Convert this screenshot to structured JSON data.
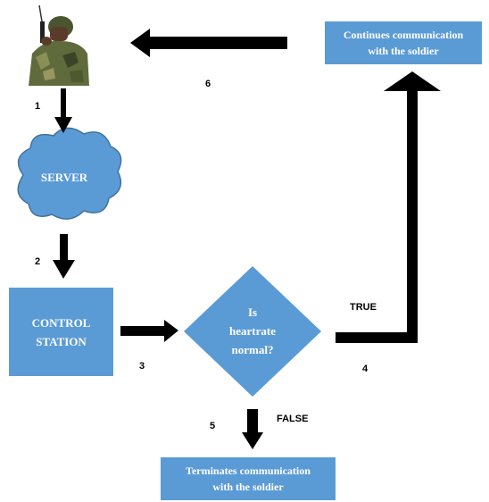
{
  "nodes": {
    "server": "SERVER",
    "control_station": [
      "CONTROL",
      "STATION"
    ],
    "decision": [
      "Is",
      "heartrate",
      "normal?"
    ],
    "continues": [
      "Continues communication",
      "with the soldier"
    ],
    "terminates": [
      "Terminates communication",
      "with the soldier"
    ]
  },
  "steps": [
    "1",
    "2",
    "3",
    "4",
    "5",
    "6"
  ],
  "branches": {
    "true": "TRUE",
    "false": "FALSE"
  },
  "colors": {
    "box_fill": "#5b9bd5",
    "arrow": "#000000",
    "box_text": "#ffffff"
  }
}
